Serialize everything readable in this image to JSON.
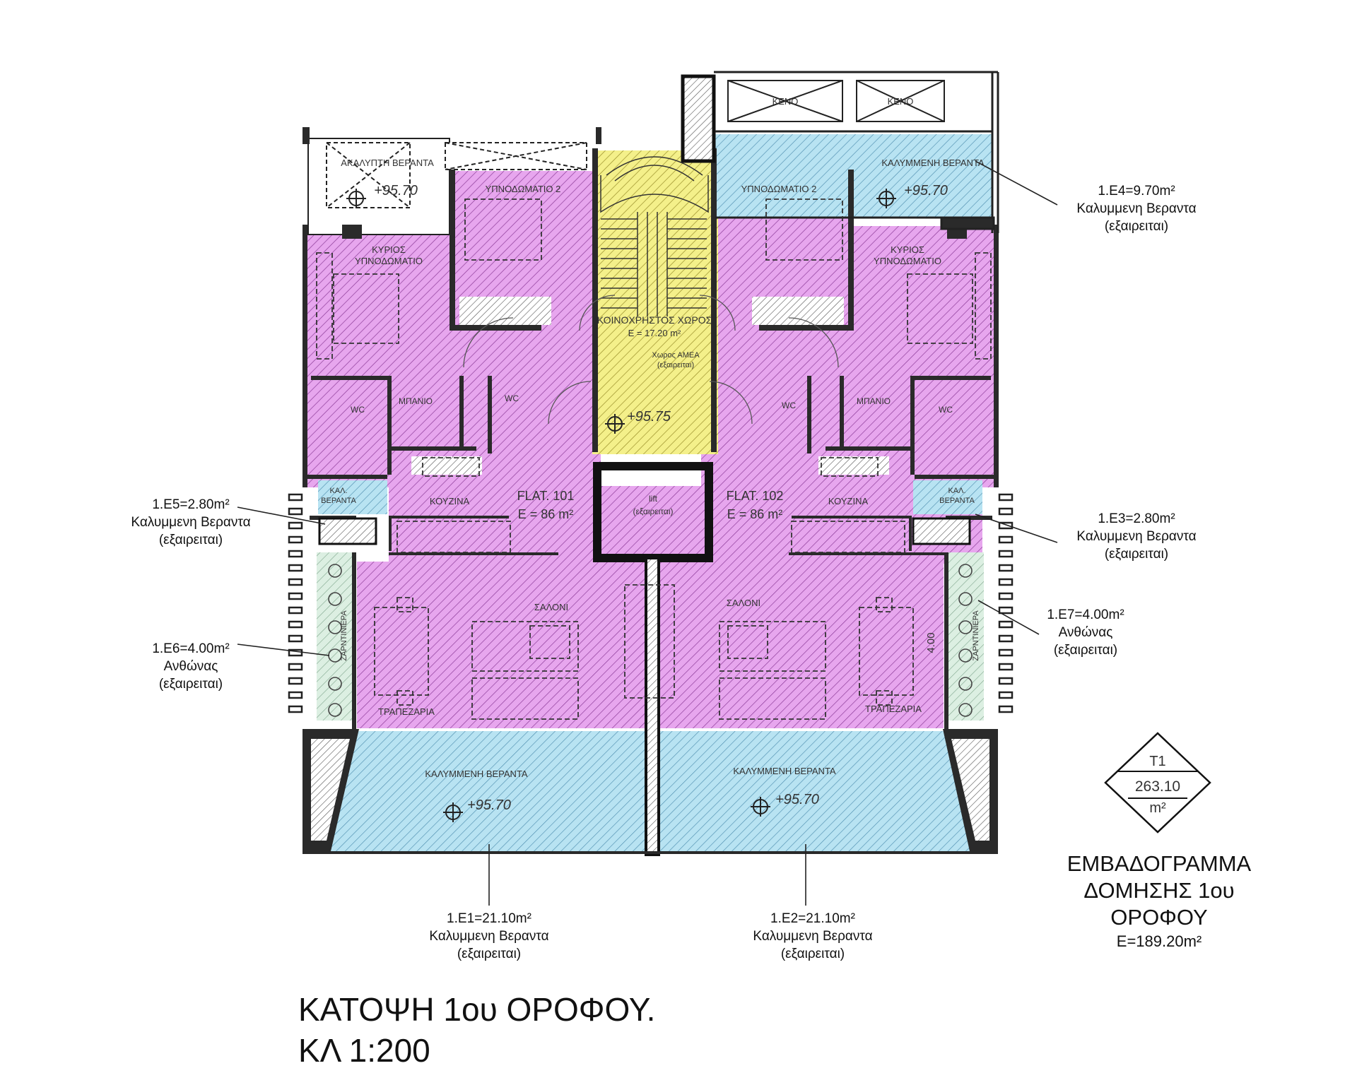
{
  "rooms": {
    "uncovered_veranda": "ΑΚΑΛΥΠΤΗ ΒΕΡΑΝΤΑ",
    "covered_veranda": "ΚΑΛΥΜΜΕΝΗ ΒΕΡΑΝΤΑ",
    "void": "ΚΕΝΟ",
    "bedroom_2": "ΥΠΝΟΔΩΜΑΤΙΟ 2",
    "master_bedroom_l1": "ΚΥΡΙΟΣ",
    "master_bedroom_l2": "ΥΠΝΟΔΩΜΑΤΙΟ",
    "common_area": "ΚΟΙΝΟΧΡΗΣΤΟΣ ΧΩΡΟΣ",
    "common_area_size": "E = 17.20 m²",
    "disabled_space_l1": "Χωρος ΑΜΕΑ",
    "disabled_space_l2": "(εξαιρειται)",
    "wc": "WC",
    "bathroom": "ΜΠΑΝΙΟ",
    "kitchen": "ΚΟΥΖΙΝΑ",
    "small_veranda_l1": "ΚΑΛ.",
    "small_veranda_l2": "ΒΕΡΑΝΤΑ",
    "planter": "ΖΑΡΝΤΙΝΙΕΡΑ",
    "living": "ΣΑΛΟΝΙ",
    "dining": "ΤΡΑΠΕΖΑΡΙΑ",
    "lift_l1": "lift",
    "lift_l2": "(εξαιρειται)",
    "flat_101": "FLAT. 101",
    "flat_101_area": "E = 86 m²",
    "flat_102": "FLAT. 102",
    "flat_102_area": "E = 86 m²",
    "level_veranda": "+95.70",
    "level_stair": "+95.75",
    "dim_planter": "4.00"
  },
  "notes": {
    "e4": {
      "code": "1.E4=9.70m²",
      "desc": "Καλυμμενη Βεραντα",
      "status": "(εξαιρειται)"
    },
    "e5": {
      "code": "1.E5=2.80m²",
      "desc": "Καλυμμενη Βεραντα",
      "status": "(εξαιρειται)"
    },
    "e3": {
      "code": "1.E3=2.80m²",
      "desc": "Καλυμμενη Βεραντα",
      "status": "(εξαιρειται)"
    },
    "e6": {
      "code": "1.E6=4.00m²",
      "desc": "Ανθώνας",
      "status": "(εξαιρειται)"
    },
    "e7": {
      "code": "1.E7=4.00m²",
      "desc": "Ανθώνας",
      "status": "(εξαιρειται)"
    },
    "e1": {
      "code": "1.E1=21.10m²",
      "desc": "Καλυμμενη Βεραντα",
      "status": "(εξαιρειται)"
    },
    "e2": {
      "code": "1.E2=21.10m²",
      "desc": "Καλυμμενη Βεραντα",
      "status": "(εξαιρειται)"
    }
  },
  "badge": {
    "code": "T1",
    "value": "263.10",
    "unit": "m²"
  },
  "summary": {
    "line1": "ΕΜΒΑΔΟΓΡΑΜΜΑ",
    "line2": "ΔΟΜΗΣΗΣ 1ου",
    "line3": "ΟΡΟΦΟΥ",
    "area": "E=189.20m²"
  },
  "title": {
    "line1": "ΚΑΤΟΨΗ 1ου ΟΡΟΦΟΥ.",
    "line2": "ΚΛ 1:200"
  },
  "colors": {
    "flat": "#e7a6ee",
    "common": "#f4f08a",
    "veranda": "#b8e3f2",
    "planter": "#dcefe2",
    "wall": "#2a2a2a"
  }
}
